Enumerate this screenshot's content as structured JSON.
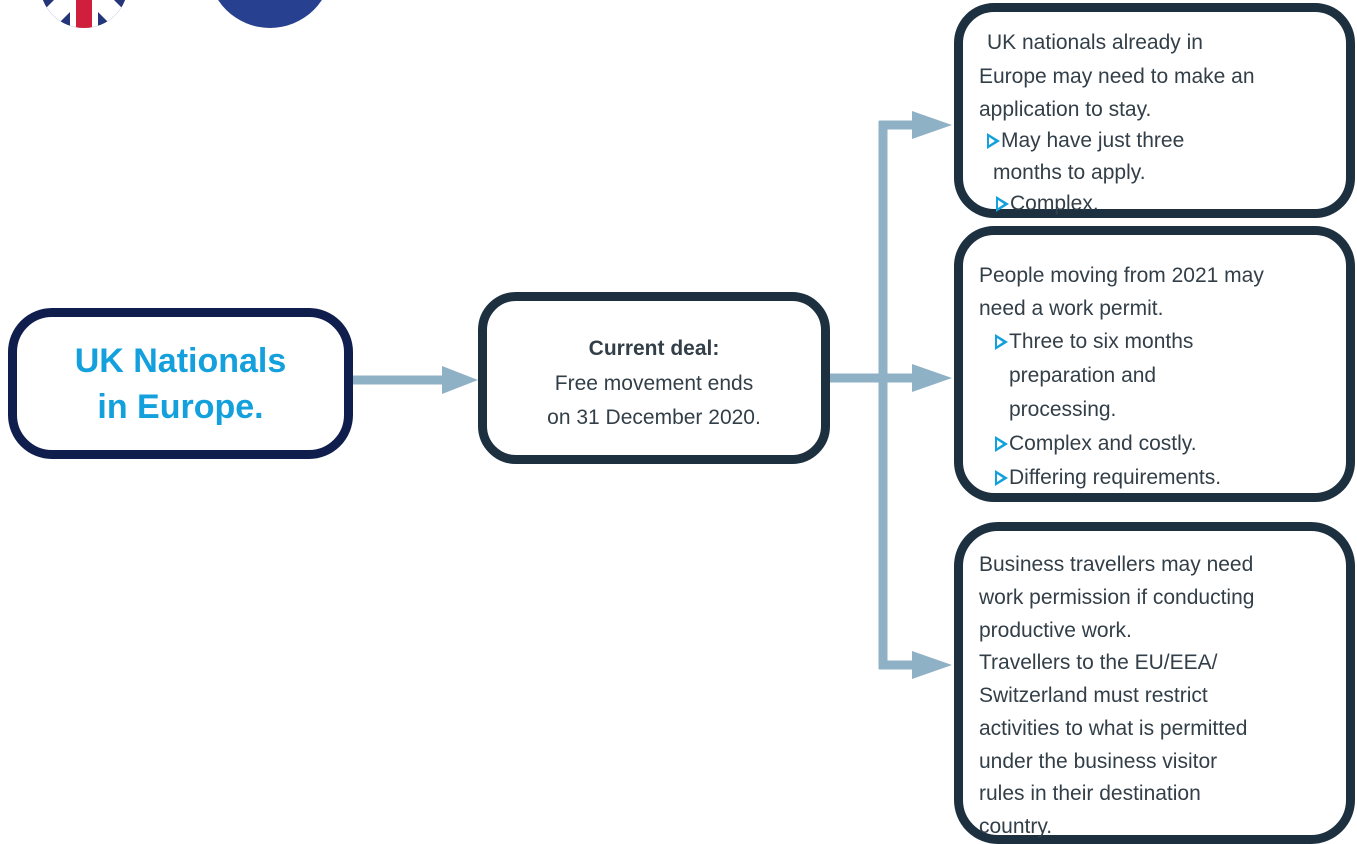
{
  "colors": {
    "accent_blue": "#13a0dc",
    "box_border": "#1d3040",
    "uk_box_border": "#101e4e",
    "connector": "#8fb1c6",
    "text": "#333f48"
  },
  "decorations": {
    "uk_flag": "uk-flag-icon",
    "eu_flag": "eu-flag-icon"
  },
  "uk_box": {
    "title": "UK Nationals\nin Europe."
  },
  "deal_box": {
    "title": "Current deal:",
    "text": "Free movement ends\non 31 December 2020."
  },
  "box1": {
    "lines": [
      "UK nationals already in",
      "Europe may need to make an",
      "application to stay.",
      "May have just three",
      "months to apply.",
      "Complex."
    ]
  },
  "box2": {
    "lines": [
      "People moving from 2021 may",
      "need a work permit.",
      "Three to six months",
      "preparation and",
      "processing.",
      "Complex and costly.",
      "Differing requirements."
    ]
  },
  "box3": {
    "lines": [
      "Business travellers may need",
      "work permission if conducting",
      "productive work.",
      "Travellers to the EU/EEA/",
      "Switzerland must restrict",
      "activities to what is permitted",
      "under the business visitor",
      "rules in their destination",
      "country."
    ]
  }
}
